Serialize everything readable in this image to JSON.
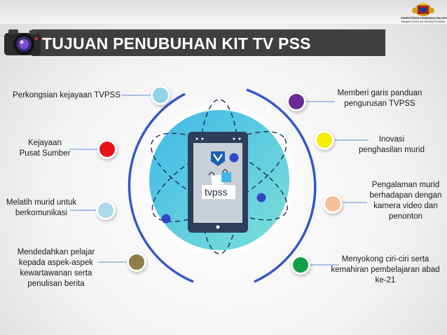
{
  "header": {
    "title": "TUJUAN PENUBUHAN KIT TV PSS",
    "logo_line1": "KEMENTERIAN PENDIDIKAN MALAYSIA",
    "logo_line2": "Bahagian Sumber dan Teknologi Pendidikan"
  },
  "center": {
    "brand": "tvpss"
  },
  "items_left": [
    {
      "label": "Perkongsian kejayaan TVPSS",
      "color": "#8fd3e8"
    },
    {
      "label": "Kejayaan\nPusat Sumber",
      "color": "#e8141a"
    },
    {
      "label": "Melatih murid untuk\nberkomunikasi",
      "color": "#a9d9ea"
    },
    {
      "label": "Mendedahkan pelajar\nkepada aspek-aspek\nkewartawanan serta\npenulisan berita",
      "color": "#8f7e4a"
    }
  ],
  "items_right": [
    {
      "label": "Memberi garis panduan\npengurusan TVPSS",
      "color": "#6a2a98"
    },
    {
      "label": "Inovasi\npenghasilan murid",
      "color": "#f2ee0a"
    },
    {
      "label": "Pengalaman murid\nberhadapan dengan\nkamera video dan\npenonton",
      "color": "#f6c09c"
    },
    {
      "label": "Menyokong ciri-ciri serta\nkemahiran pembelajaran abad\nke-21",
      "color": "#11a045"
    }
  ]
}
